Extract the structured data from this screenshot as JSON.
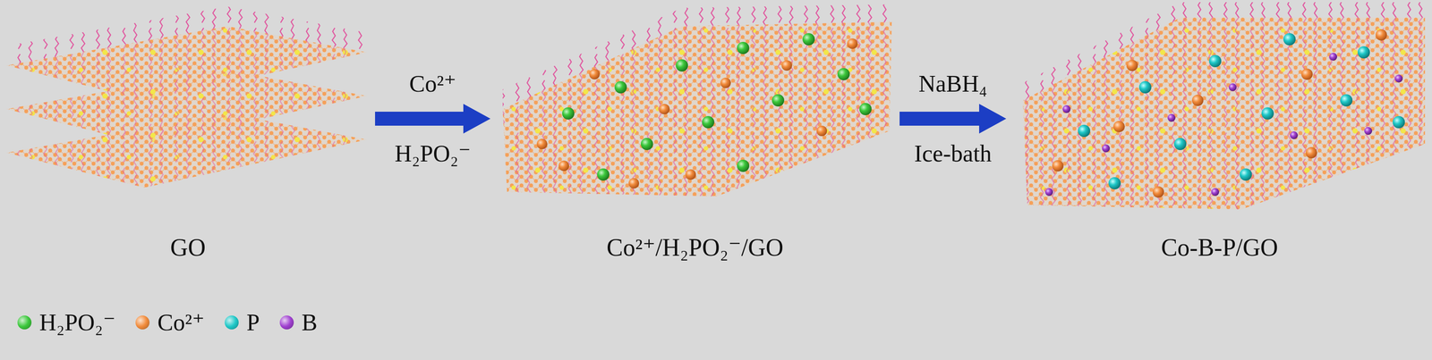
{
  "diagram": {
    "nodes": [
      {
        "text": [
          "GO"
        ]
      },
      {
        "text": [
          "Co²⁺/H₂PO₂⁻/GO"
        ]
      },
      {
        "text": [
          "Co-B-P/GO"
        ]
      }
    ],
    "edges": [
      {
        "from": 0,
        "to": 1,
        "arrow": "to"
      },
      {
        "from": 1,
        "to": 2,
        "arrow": "to"
      }
    ],
    "labels": [
      "Co²⁺",
      "H₂PO₂⁻",
      "NaBH₄",
      "Ice-bath"
    ],
    "legend": [
      {
        "text": "H₂PO₂⁻",
        "color": "#3cc83c"
      },
      {
        "text": "Co²⁺",
        "color": "#f28c3c"
      },
      {
        "text": "P",
        "color": "#1fc8c8"
      },
      {
        "text": "B",
        "color": "#a040d0"
      }
    ]
  }
}
